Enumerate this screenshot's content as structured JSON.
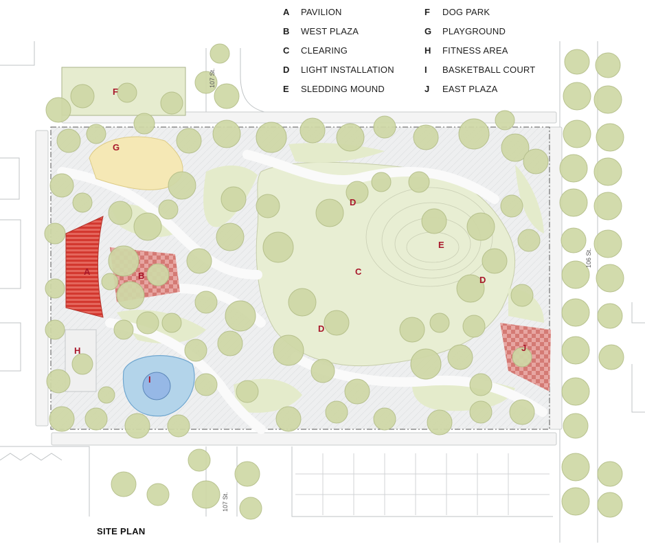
{
  "legend": [
    {
      "key": "A",
      "label": "PAVILION"
    },
    {
      "key": "B",
      "label": "WEST PLAZA"
    },
    {
      "key": "C",
      "label": "CLEARING"
    },
    {
      "key": "D",
      "label": "LIGHT INSTALLATION"
    },
    {
      "key": "E",
      "label": "SLEDDING MOUND"
    },
    {
      "key": "F",
      "label": "DOG PARK"
    },
    {
      "key": "G",
      "label": "PLAYGROUND"
    },
    {
      "key": "H",
      "label": "FITNESS AREA"
    },
    {
      "key": "I",
      "label": "BASKETBALL COURT"
    },
    {
      "key": "J",
      "label": "EAST PLAZA"
    }
  ],
  "map": {
    "zone_letters": {
      "A": "A",
      "B": "B",
      "C": "C",
      "D": "D",
      "E": "E",
      "F": "F",
      "G": "G",
      "H": "H",
      "I": "I",
      "J": "J"
    },
    "streets": {
      "st107": "107 St.",
      "st106": "106 St."
    }
  },
  "caption": "SITE PLAN",
  "colors": {
    "lawn": "#e9efd6",
    "path": "#ecedee",
    "tree": "#cdd6a4",
    "tree_outline": "#b3be88",
    "pavilion": "#d9463c",
    "plaza": "#d98a86",
    "playground": "#f4e7b3",
    "court": "#a9cde8",
    "label": "#a8172a"
  }
}
